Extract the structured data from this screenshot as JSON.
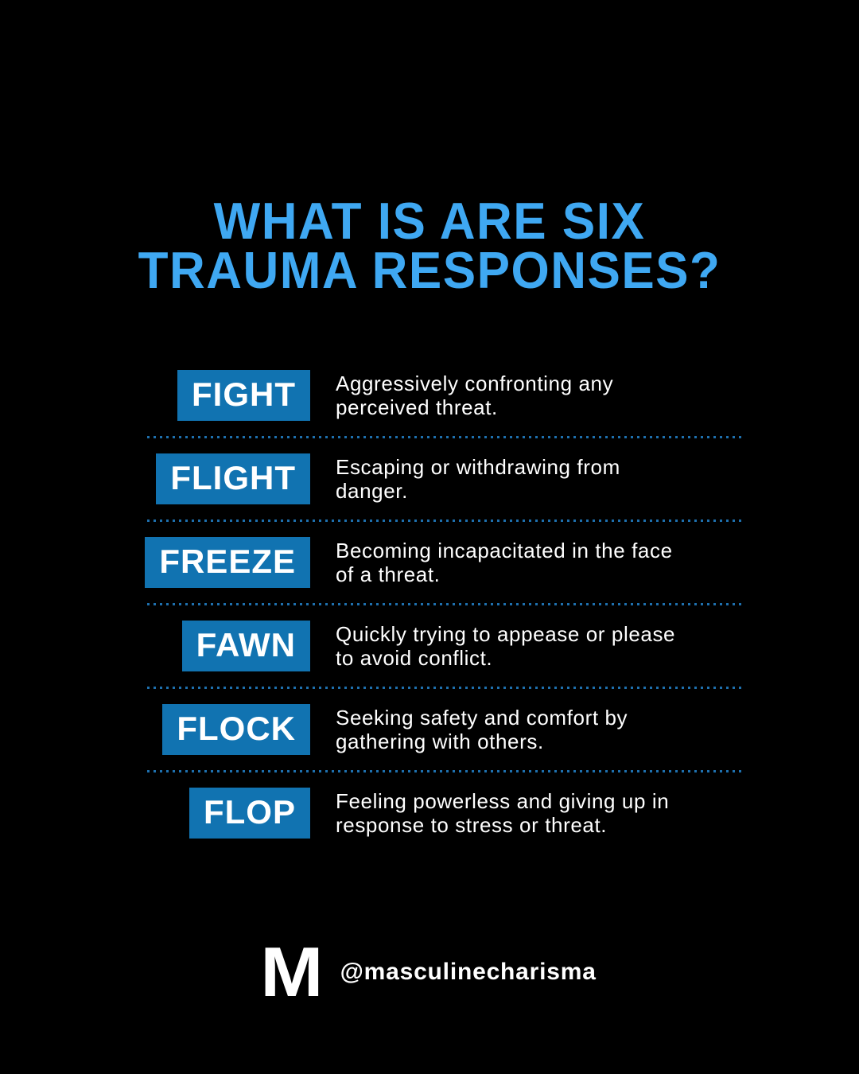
{
  "colors": {
    "accent": "#3fa8f2",
    "badge": "#1173b1",
    "separator": "#1e70ae",
    "text": "#ffffff",
    "bg": "#000000"
  },
  "title": {
    "line1": "WHAT IS ARE SIX",
    "line2": "TRAUMA RESPONSES?"
  },
  "responses": [
    {
      "label": "FIGHT",
      "lines": [
        "Aggressively confronting any",
        "perceived threat."
      ]
    },
    {
      "label": "FLIGHT",
      "lines": [
        "Escaping or withdrawing from",
        "danger."
      ]
    },
    {
      "label": "FREEZE",
      "lines": [
        "Becoming incapacitated in the face",
        "of a threat."
      ]
    },
    {
      "label": "FAWN",
      "lines": [
        "Quickly trying to appease or please",
        "to avoid conflict."
      ]
    },
    {
      "label": "FLOCK",
      "lines": [
        "Seeking safety and comfort by",
        "gathering with others."
      ]
    },
    {
      "label": "FLOP",
      "lines": [
        "Feeling powerless and giving up in",
        "response to stress or threat."
      ]
    }
  ],
  "footer": {
    "logo": "M",
    "handle": "@masculinecharisma"
  }
}
